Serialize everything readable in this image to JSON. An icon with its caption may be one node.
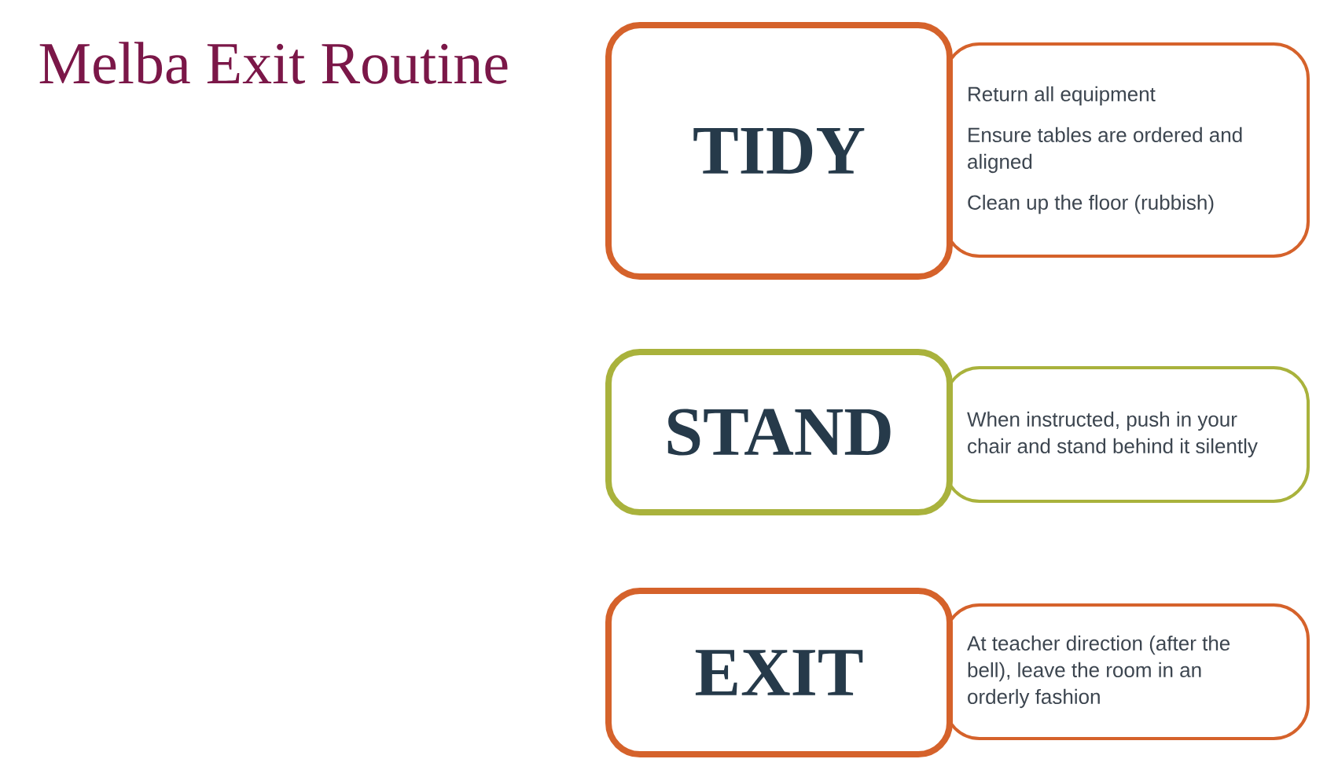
{
  "diagram": {
    "title": "Melba Exit Routine",
    "nodes": [
      {
        "text": [
          "TIDY"
        ]
      },
      {
        "text": [
          "Return all equipment",
          "Ensure tables are ordered and aligned",
          "Clean up the floor (rubbish)"
        ]
      },
      {
        "text": [
          "STAND"
        ]
      },
      {
        "text": [
          "When instructed, push in your chair and stand behind it silently"
        ]
      },
      {
        "text": [
          "EXIT"
        ]
      },
      {
        "text": [
          "At teacher direction (after the bell), leave the room in an orderly fashion"
        ]
      }
    ]
  }
}
